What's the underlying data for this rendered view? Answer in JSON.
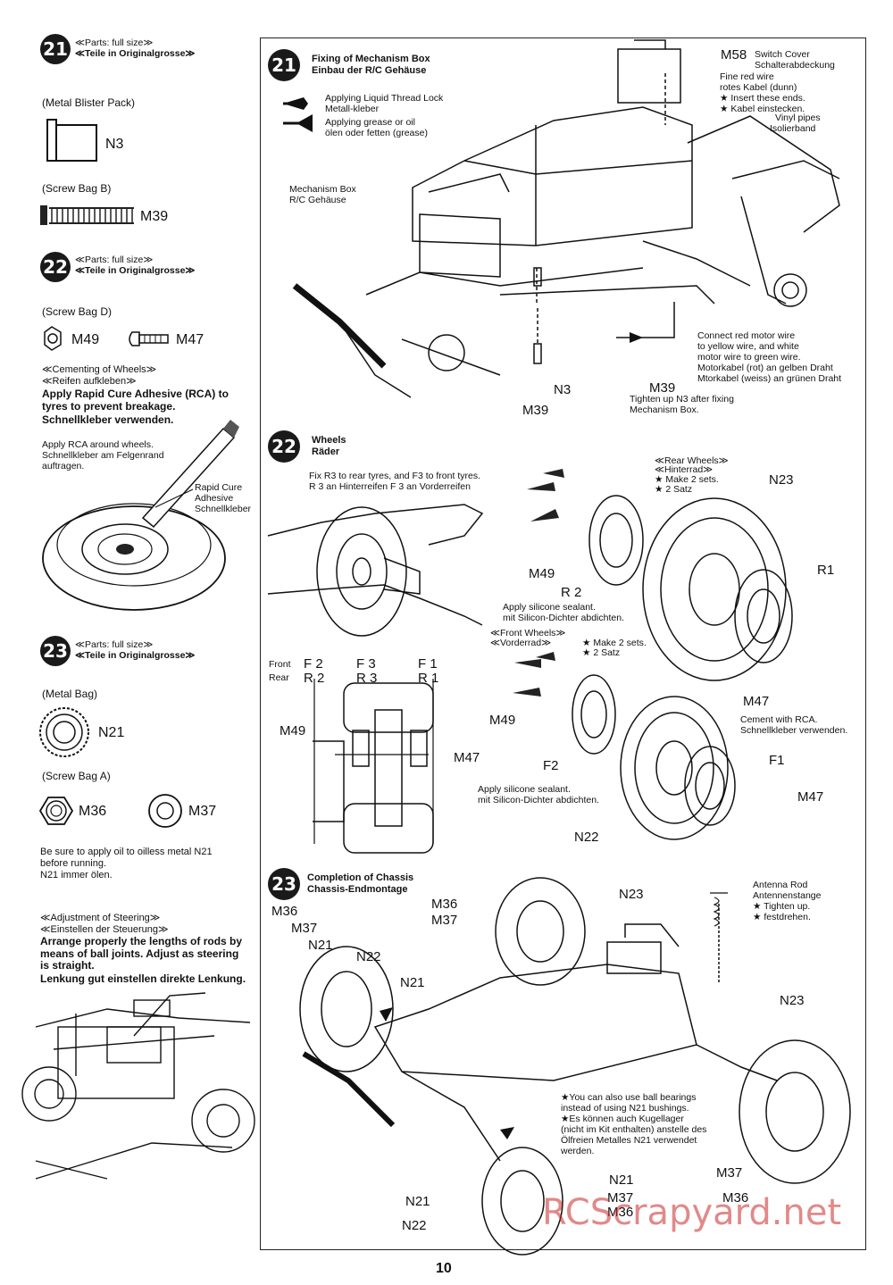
{
  "left": {
    "s21": {
      "num": "21",
      "title_en": "≪Parts: full size≫",
      "title_de": "≪Teile in Originalgrosse≫",
      "bag1": "(Metal Blister Pack)",
      "part1": "N3",
      "bag2": "(Screw Bag B)",
      "part2": "M39"
    },
    "s22": {
      "num": "22",
      "title_en": "≪Parts: full size≫",
      "title_de": "≪Teile in Originalgrosse≫",
      "bag": "(Screw Bag D)",
      "part1": "M49",
      "part2": "M47",
      "cement_title_en": "≪Cementing of Wheels≫",
      "cement_title_de": "≪Reifen aufkleben≫",
      "cement_text_en": "Apply Rapid Cure Adhesive (RCA) to tyres to prevent breakage.",
      "cement_text_de": "Schnellkleber verwenden.",
      "rca_note1": "Apply RCA around wheels.",
      "rca_note2": "Schnellkleber am Felgenrand",
      "rca_note3": "auftragen.",
      "rca_label1": "Rapid Cure",
      "rca_label2": "Adhesive",
      "rca_label3": "Schnellkleber"
    },
    "s23": {
      "num": "23",
      "title_en": "≪Parts: full size≫",
      "title_de": "≪Teile in Originalgrosse≫",
      "bag1": "(Metal Bag)",
      "part1": "N21",
      "bag2": "(Screw Bag A)",
      "part2": "M36",
      "part3": "M37",
      "oil1": "Be sure to apply oil to oilless metal N21",
      "oil2": "before running.",
      "oil3": "N21 immer ölen.",
      "steer_title_en": "≪Adjustment of Steering≫",
      "steer_title_de": "≪Einstellen der Steuerung≫",
      "steer_text_en": "Arrange properly the lengths of rods by means of ball joints. Adjust as steering is straight.",
      "steer_text_de": "Lenkung gut einstellen direkte Lenkung."
    }
  },
  "main": {
    "step21": {
      "num": "21",
      "title_en": "Fixing of Mechanism Box",
      "title_de": "Einbau der R/C Gehäuse",
      "legend1_en": "Applying Liquid Thread Lock",
      "legend1_de": "Metall-kleber",
      "legend2_en": "Applying grease or oil",
      "legend2_de": "ölen oder fetten (grease)",
      "mech_en": "Mechanism Box",
      "mech_de": "R/C Gehäuse",
      "m58": "M58",
      "m58_en": "Switch Cover",
      "m58_de": "Schalterabdeckung",
      "wire1": "Fine red wire",
      "wire2": "rotes Kabel (dunn)",
      "wire3": "★ Insert these ends.",
      "wire4": "★ Kabel einstecken.",
      "vinyl1": "Vinyl pipes",
      "vinyl2": "Isolierband",
      "motor1": "Connect red motor wire",
      "motor2": "to yellow wire, and white",
      "motor3": "motor wire to green wire.",
      "motor4": "Motorkabel (rot) an gelben Draht",
      "motor5": "Mtorkabel (weiss) an grünen Draht",
      "n3": "N3",
      "m39a": "M39",
      "m39b": "M39",
      "tighten1": "Tighten up N3 after fixing",
      "tighten2": "Mechanism Box."
    },
    "step22": {
      "num": "22",
      "title_en": "Wheels",
      "title_de": "Räder",
      "fix1": "Fix R3 to rear tyres, and F3 to front tyres.",
      "fix2": "R 3 an Hinterreifen F 3 an Vorderreifen",
      "rear_en": "≪Rear Wheels≫",
      "rear_de": "≪Hinterrad≫",
      "make1": "★ Make 2 sets.",
      "make2": "★ 2 Satz",
      "n23": "N23",
      "r1": "R1",
      "r2": "R 2",
      "m49a": "M49",
      "sil1": "Apply silicone sealant.",
      "sil2": "mit Silicon-Dichter abdichten.",
      "front_en": "≪Front Wheels≫",
      "front_de": "≪Vorderrad≫",
      "fmake1": "★ Make 2 sets.",
      "fmake2": "★ 2 Satz",
      "m47a": "M47",
      "cement1": "Cement with RCA.",
      "cement2": "Schnellkleber verwenden.",
      "m49b": "M49",
      "f2": "F2",
      "f1": "F1",
      "m47b": "M47",
      "sil3": "Apply silicone sealant.",
      "sil4": "mit Silicon-Dichter abdichten.",
      "n22": "N22",
      "tbl_front": "Front",
      "tbl_rear": "Rear",
      "tf2": "F 2",
      "tf3": "F 3",
      "tf1": "F 1",
      "tr2": "R 2",
      "tr3": "R 3",
      "tr1": "R 1",
      "dm49": "M49",
      "dm47": "M47"
    },
    "step23": {
      "num": "23",
      "title_en": "Completion of Chassis",
      "title_de": "Chassis-Endmontage",
      "m36a": "M36",
      "m37a": "M37",
      "n21a": "N21",
      "m36b": "M36",
      "m37b": "M37",
      "n22a": "N22",
      "n21b": "N21",
      "n23a": "N23",
      "ant1": "Antenna Rod",
      "ant2": "Antennenstange",
      "ant3": "★ Tighten up.",
      "ant4": "★ festdrehen.",
      "n23b": "N23",
      "note1": "★You can also use ball bearings",
      "note2": "instead of using N21 bushings.",
      "note3": "★Es können auch Kugellager",
      "note4": "(nicht im Kit enthalten) anstelle des",
      "note5": "Ölfreien Metalles N21 verwendet",
      "note6": "werden.",
      "m37c": "M37",
      "m36c": "M36",
      "n21c": "N21",
      "m37d": "M37",
      "m36d": "M36",
      "n21d": "N21",
      "n22b": "N22"
    }
  },
  "page_number": "10",
  "watermark": "RCScrapyard.net"
}
